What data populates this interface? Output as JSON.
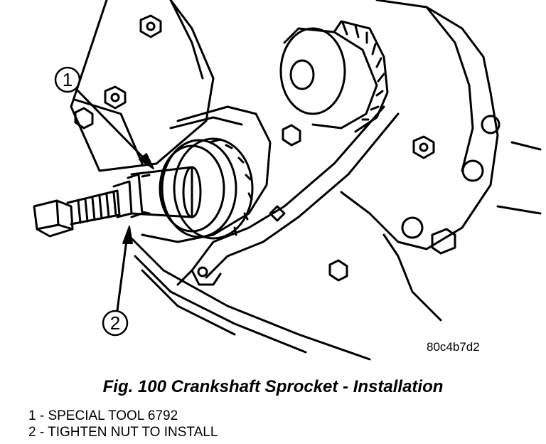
{
  "callouts": [
    {
      "number": "1"
    },
    {
      "number": "2"
    }
  ],
  "image_code": "80c4b7d2",
  "caption": "Fig. 100 Crankshaft Sprocket - Installation",
  "legend": [
    {
      "text": "1 - SPECIAL TOOL 6792"
    },
    {
      "text": "2 - TIGHTEN NUT TO INSTALL"
    }
  ]
}
